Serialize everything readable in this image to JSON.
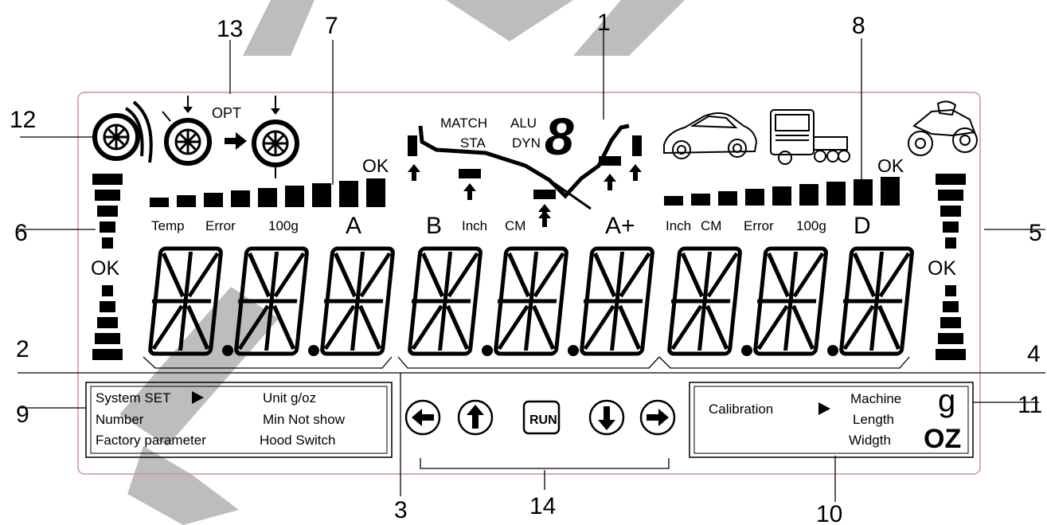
{
  "callouts": [
    "1",
    "2",
    "3",
    "4",
    "5",
    "6",
    "7",
    "8",
    "9",
    "10",
    "11",
    "12",
    "13",
    "14"
  ],
  "top": {
    "opt": "OPT",
    "match": "MATCH",
    "alu": "ALU",
    "sta": "STA",
    "dyn": "DYN",
    "mode_digit": "8"
  },
  "ok": {
    "left_bar": "OK",
    "right_bar": "OK",
    "left_side": "OK",
    "right_side": "OK"
  },
  "left_labels": {
    "temp": "Temp",
    "error": "Error",
    "g100": "100g",
    "a": "A"
  },
  "middle_labels": {
    "b": "B",
    "inch": "Inch",
    "cm": "CM",
    "aplus": "A+"
  },
  "right_labels": {
    "inch": "Inch",
    "cm": "CM",
    "error": "Error",
    "g100": "100g",
    "d": "D"
  },
  "menu_box": {
    "system_set": "System SET",
    "number": "Number",
    "factory": "Factory parameter",
    "unit": "Unit g/oz",
    "min": "Min Not show",
    "hood": "Hood Switch"
  },
  "buttons": {
    "run": "RUN"
  },
  "calib_box": {
    "calibration": "Calibration",
    "machine": "Machine",
    "length": "Length",
    "widgth": "Widgth",
    "g": "g",
    "oz": "OZ"
  },
  "colors": {
    "panel_border": "#c98fb4",
    "watermark": "#bdbdbd"
  },
  "icons": [
    "wheel-spin-icon",
    "wheel-down-icon",
    "arrow-right-icon",
    "wheel-down-icon",
    "car-icon",
    "truck-icon",
    "motorcycle-icon"
  ]
}
